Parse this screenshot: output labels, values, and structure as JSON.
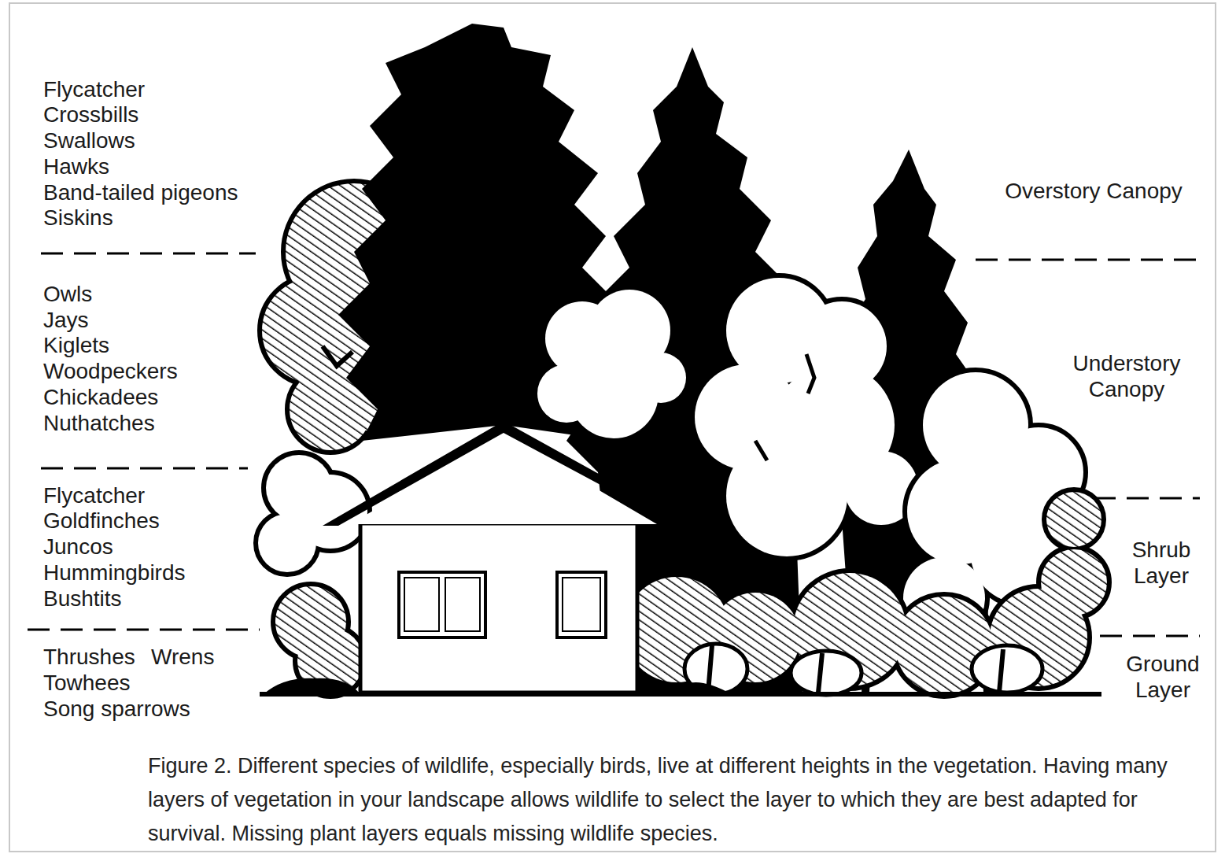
{
  "diagram": {
    "caption": "Figure 2. Different species of wildlife, especially birds, live at different heights in the vegetation. Having many layers of vegetation in your landscape allows wildlife to select the layer to which they are best adapted for survival. Missing plant layers equals missing wildlife species.",
    "labels": [
      "Flycatcher",
      "Crossbills",
      "Swallows",
      "Hawks",
      "Band-tailed pigeons",
      "Siskins",
      "Owls",
      "Jays",
      "Kiglets",
      "Woodpeckers",
      "Chickadees",
      "Nuthatches",
      "Flycatcher",
      "Goldfinches",
      "Juncos",
      "Hummingbirds",
      "Bushtits",
      "Thrushes",
      "Wrens",
      "Towhees",
      "Song sparrows",
      "Overstory Canopy",
      "Understory Canopy",
      "Shrub Layer",
      "Ground Layer"
    ]
  }
}
